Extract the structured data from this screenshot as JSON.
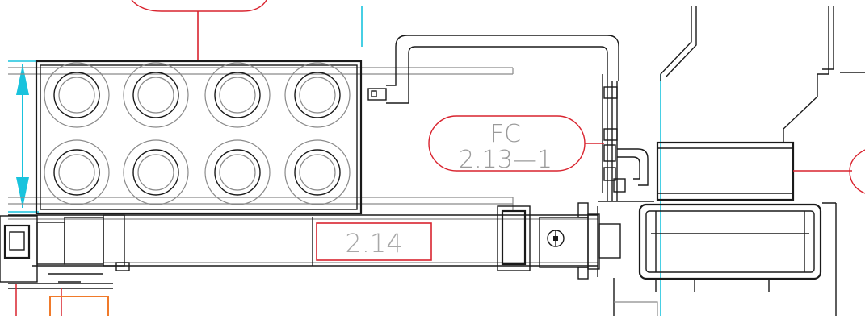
{
  "tags": {
    "equipment_tag": {
      "line1": "FC",
      "line2": "2.13—1"
    },
    "room_tag": {
      "number": "2.14"
    }
  },
  "colors": {
    "linework": "#1a1a1a",
    "annotation_red": "#d9232e",
    "dimension_cyan": "#19c3dd",
    "secondary_gray": "#8a8a8a",
    "orange": "#f07a2a",
    "background": "#ffffff"
  }
}
